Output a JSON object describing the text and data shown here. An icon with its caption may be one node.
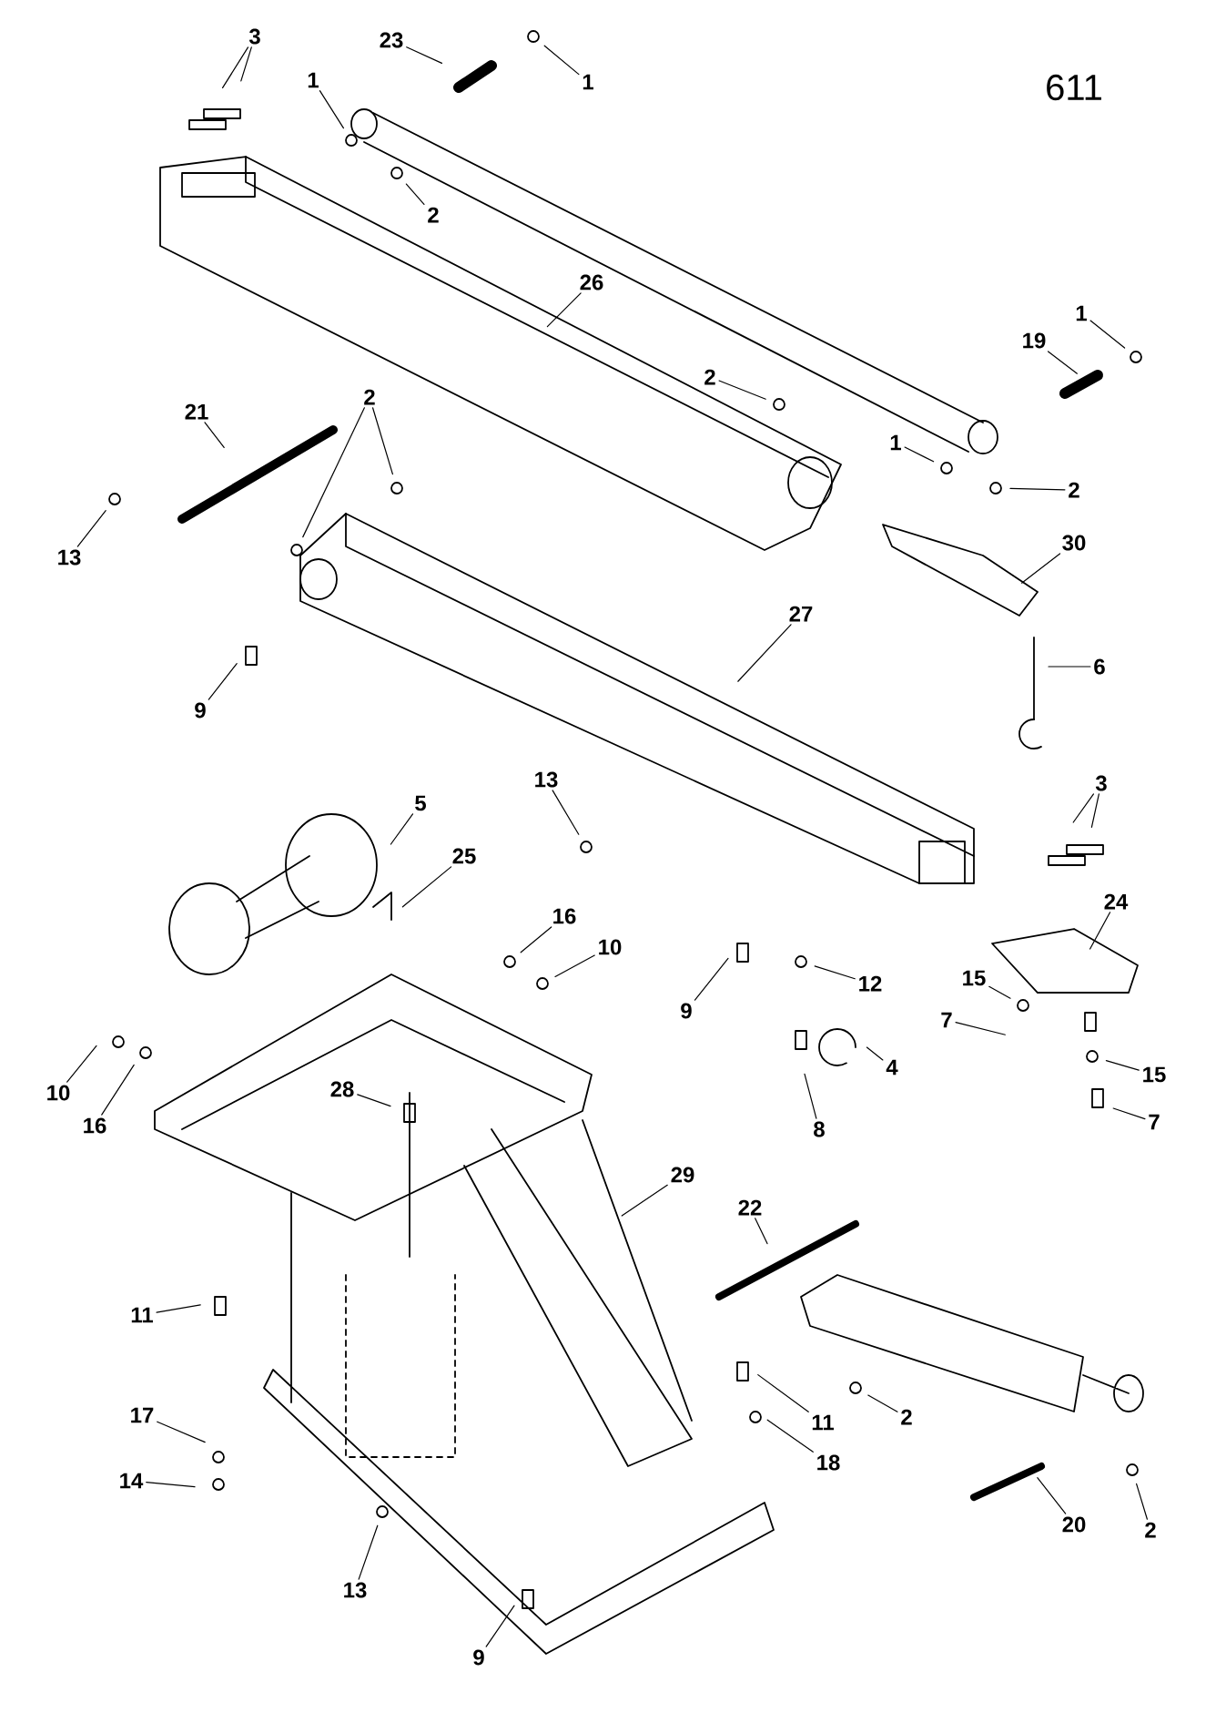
{
  "diagram": {
    "nodes": [
      {
        "text": [
          "3"
        ]
      },
      {
        "text": [
          "23"
        ]
      },
      {
        "text": [
          "1"
        ]
      },
      {
        "text": [
          "1"
        ]
      },
      {
        "text": [
          "2"
        ]
      },
      {
        "text": [
          "26"
        ]
      },
      {
        "text": [
          "2"
        ]
      },
      {
        "text": [
          "1"
        ]
      },
      {
        "text": [
          "19"
        ]
      },
      {
        "text": [
          "21"
        ]
      },
      {
        "text": [
          "2"
        ]
      },
      {
        "text": [
          "1"
        ]
      },
      {
        "text": [
          "2"
        ]
      },
      {
        "text": [
          "13"
        ]
      },
      {
        "text": [
          "30"
        ]
      },
      {
        "text": [
          "9"
        ]
      },
      {
        "text": [
          "27"
        ]
      },
      {
        "text": [
          "6"
        ]
      },
      {
        "text": [
          "13"
        ]
      },
      {
        "text": [
          "5"
        ]
      },
      {
        "text": [
          "25"
        ]
      },
      {
        "text": [
          "3"
        ]
      },
      {
        "text": [
          "24"
        ]
      },
      {
        "text": [
          "16"
        ]
      },
      {
        "text": [
          "10"
        ]
      },
      {
        "text": [
          "9"
        ]
      },
      {
        "text": [
          "12"
        ]
      },
      {
        "text": [
          "15"
        ]
      },
      {
        "text": [
          "7"
        ]
      },
      {
        "text": [
          "4"
        ]
      },
      {
        "text": [
          "8"
        ]
      },
      {
        "text": [
          "15"
        ]
      },
      {
        "text": [
          "7"
        ]
      },
      {
        "text": [
          "10"
        ]
      },
      {
        "text": [
          "16"
        ]
      },
      {
        "text": [
          "28"
        ]
      },
      {
        "text": [
          "29"
        ]
      },
      {
        "text": [
          "22"
        ]
      },
      {
        "text": [
          "11"
        ]
      },
      {
        "text": [
          "11"
        ]
      },
      {
        "text": [
          "2"
        ]
      },
      {
        "text": [
          "17"
        ]
      },
      {
        "text": [
          "18"
        ]
      },
      {
        "text": [
          "14"
        ]
      },
      {
        "text": [
          "13"
        ]
      },
      {
        "text": [
          "20"
        ]
      },
      {
        "text": [
          "2"
        ]
      },
      {
        "text": [
          "9"
        ]
      }
    ],
    "edges": [
      {
        "from": 0,
        "to": null,
        "arrow": "none"
      },
      {
        "from": 0,
        "to": null,
        "arrow": "none"
      },
      {
        "from": 1,
        "to": null,
        "arrow": "none"
      },
      {
        "from": 2,
        "to": null,
        "arrow": "none"
      },
      {
        "from": 3,
        "to": null,
        "arrow": "none"
      },
      {
        "from": 4,
        "to": null,
        "arrow": "none"
      },
      {
        "from": 5,
        "to": null,
        "arrow": "none"
      },
      {
        "from": 6,
        "to": null,
        "arrow": "none"
      },
      {
        "from": 7,
        "to": null,
        "arrow": "none"
      },
      {
        "from": 8,
        "to": null,
        "arrow": "none"
      },
      {
        "from": 9,
        "to": null,
        "arrow": "none"
      },
      {
        "from": 10,
        "to": null,
        "arrow": "none"
      },
      {
        "from": 10,
        "to": null,
        "arrow": "none"
      },
      {
        "from": 11,
        "to": null,
        "arrow": "none"
      },
      {
        "from": 12,
        "to": null,
        "arrow": "none"
      },
      {
        "from": 13,
        "to": null,
        "arrow": "none"
      },
      {
        "from": 14,
        "to": null,
        "arrow": "none"
      },
      {
        "from": 15,
        "to": null,
        "arrow": "none"
      },
      {
        "from": 16,
        "to": null,
        "arrow": "none"
      },
      {
        "from": 17,
        "to": null,
        "arrow": "none"
      },
      {
        "from": 18,
        "to": null,
        "arrow": "none"
      },
      {
        "from": 19,
        "to": null,
        "arrow": "none"
      },
      {
        "from": 20,
        "to": null,
        "arrow": "none"
      },
      {
        "from": 21,
        "to": null,
        "arrow": "none"
      },
      {
        "from": 21,
        "to": null,
        "arrow": "none"
      },
      {
        "from": 22,
        "to": null,
        "arrow": "none"
      },
      {
        "from": 23,
        "to": null,
        "arrow": "none"
      },
      {
        "from": 24,
        "to": null,
        "arrow": "none"
      },
      {
        "from": 25,
        "to": null,
        "arrow": "none"
      },
      {
        "from": 26,
        "to": null,
        "arrow": "none"
      },
      {
        "from": 27,
        "to": null,
        "arrow": "none"
      },
      {
        "from": 28,
        "to": null,
        "arrow": "none"
      },
      {
        "from": 29,
        "to": null,
        "arrow": "none"
      },
      {
        "from": 30,
        "to": null,
        "arrow": "none"
      },
      {
        "from": 31,
        "to": null,
        "arrow": "none"
      },
      {
        "from": 32,
        "to": null,
        "arrow": "none"
      },
      {
        "from": 33,
        "to": null,
        "arrow": "none"
      },
      {
        "from": 34,
        "to": null,
        "arrow": "none"
      },
      {
        "from": 35,
        "to": null,
        "arrow": "none"
      },
      {
        "from": 36,
        "to": null,
        "arrow": "none"
      },
      {
        "from": 37,
        "to": null,
        "arrow": "none"
      },
      {
        "from": 38,
        "to": null,
        "arrow": "none"
      },
      {
        "from": 39,
        "to": null,
        "arrow": "none"
      },
      {
        "from": 40,
        "to": null,
        "arrow": "none"
      },
      {
        "from": 41,
        "to": null,
        "arrow": "none"
      },
      {
        "from": 42,
        "to": null,
        "arrow": "none"
      },
      {
        "from": 43,
        "to": null,
        "arrow": "none"
      },
      {
        "from": 44,
        "to": null,
        "arrow": "none"
      },
      {
        "from": 45,
        "to": null,
        "arrow": "none"
      },
      {
        "from": 46,
        "to": null,
        "arrow": "none"
      },
      {
        "from": 47,
        "to": null,
        "arrow": "none"
      }
    ],
    "labels": [
      "611"
    ]
  }
}
